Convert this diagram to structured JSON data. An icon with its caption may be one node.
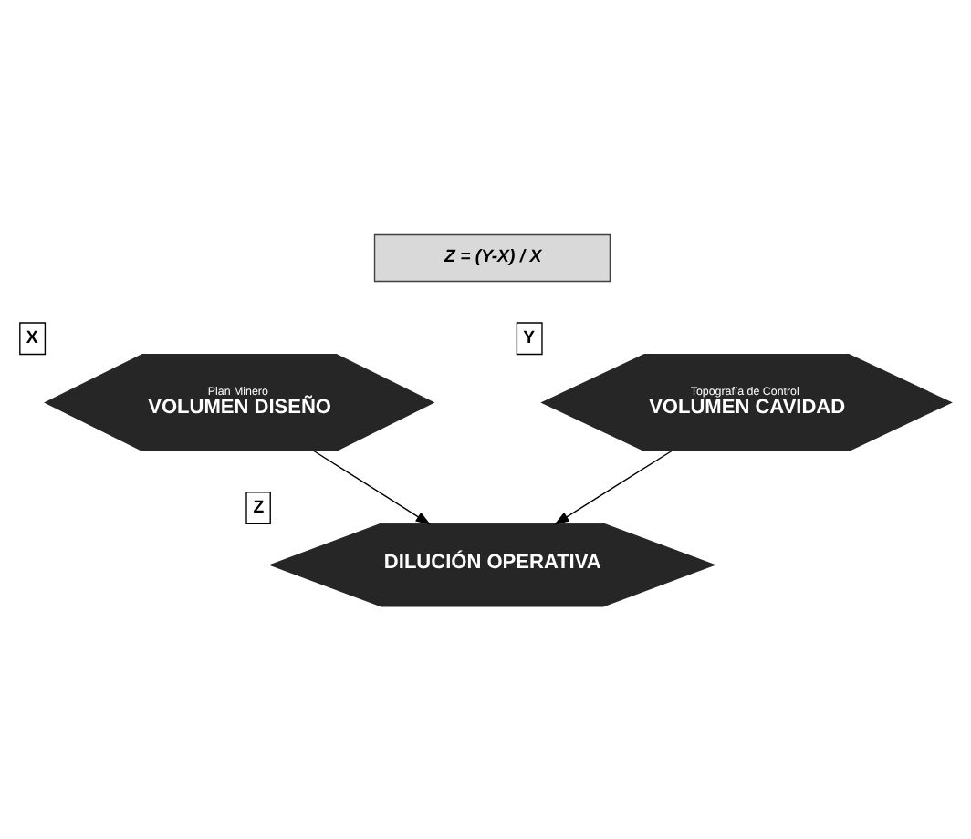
{
  "diagram": {
    "nodes": [
      {
        "text": [
          "Z = (Y-X) / X"
        ]
      },
      {
        "text": [
          "Plan Minero",
          "VOLUMEN DISEÑO"
        ],
        "beside": [
          "X"
        ]
      },
      {
        "text": [
          "Topografía de Control",
          "VOLUMEN CAVIDAD"
        ],
        "beside": [
          "Y"
        ]
      },
      {
        "text": [
          "DILUCIÓN OPERATIVA"
        ],
        "beside": [
          "Z"
        ]
      }
    ],
    "edges": [
      {
        "from": 1,
        "to": 3,
        "arrow": "to"
      },
      {
        "from": 2,
        "to": 3,
        "arrow": "to"
      }
    ]
  }
}
